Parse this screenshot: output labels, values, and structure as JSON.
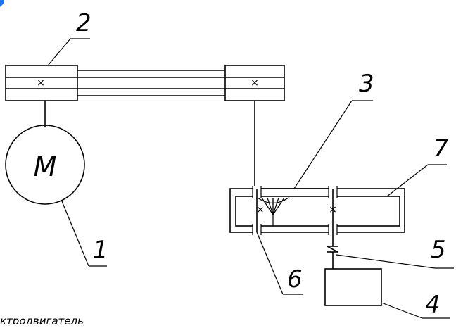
{
  "diagram": {
    "labels": {
      "motor": "1",
      "belt_drive": "2",
      "gearbox_shaft": "3",
      "working_machine": "4",
      "coupling": "5",
      "bearing": "6",
      "housing": "7"
    },
    "motor_symbol": "M",
    "caption_fragment": "ктродвигатель",
    "colors": {
      "line": "#000000",
      "background": "#ffffff",
      "corner_mark": "#1a73e8"
    }
  }
}
